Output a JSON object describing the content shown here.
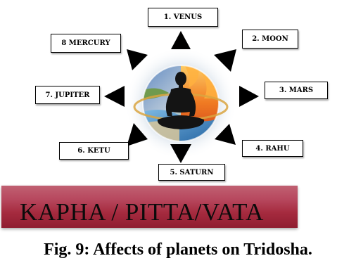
{
  "planets": {
    "venus": "1. VENUS",
    "moon": "2. MOON",
    "mars": "3. MARS",
    "rahu": "4. RAHU",
    "saturn": "5. SATURN",
    "ketu": "6. KETU",
    "jupiter": "7. JUPITER",
    "mercury": "8 MERCURY"
  },
  "banner": {
    "text": "KAPHA / PITTA/VATA"
  },
  "caption": {
    "text": "Fig. 9: Affects of planets on Tridosha."
  },
  "colors": {
    "banner": "#a52a3e",
    "arrow": "#000000",
    "fire": "#e8541c",
    "water": "#2f78b8"
  }
}
